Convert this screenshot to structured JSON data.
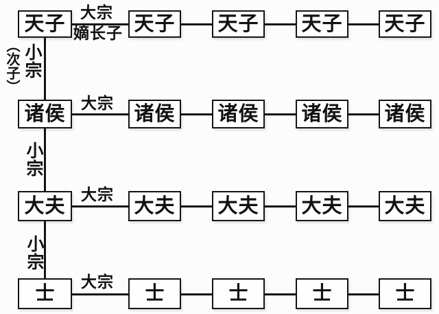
{
  "diagram": {
    "subject": "zongfa-clan-system-hierarchy",
    "background_color": "#fcfcfc",
    "line_color": "#141414",
    "text_color": "#111111"
  },
  "rows": [
    {
      "rank": "tianzi",
      "boxes": [
        "天子",
        "天子",
        "天子",
        "天子",
        "天子"
      ],
      "link_label_top": "大宗",
      "link_label_bottom": "嫡长子"
    },
    {
      "rank": "zhuhou",
      "boxes": [
        "诸侯",
        "诸侯",
        "诸侯",
        "诸侯",
        "诸侯"
      ],
      "link_label_top": "大宗"
    },
    {
      "rank": "dafu",
      "boxes": [
        "大夫",
        "大夫",
        "大夫",
        "大夫",
        "大夫"
      ],
      "link_label_top": "大宗"
    },
    {
      "rank": "shi",
      "boxes": [
        "士",
        "士",
        "士",
        "士",
        "士"
      ],
      "link_label_top": "大宗"
    }
  ],
  "connectors": [
    {
      "side_label": "（次子）",
      "label": "小宗"
    },
    {
      "label": "小宗"
    },
    {
      "label": "小宗"
    }
  ]
}
